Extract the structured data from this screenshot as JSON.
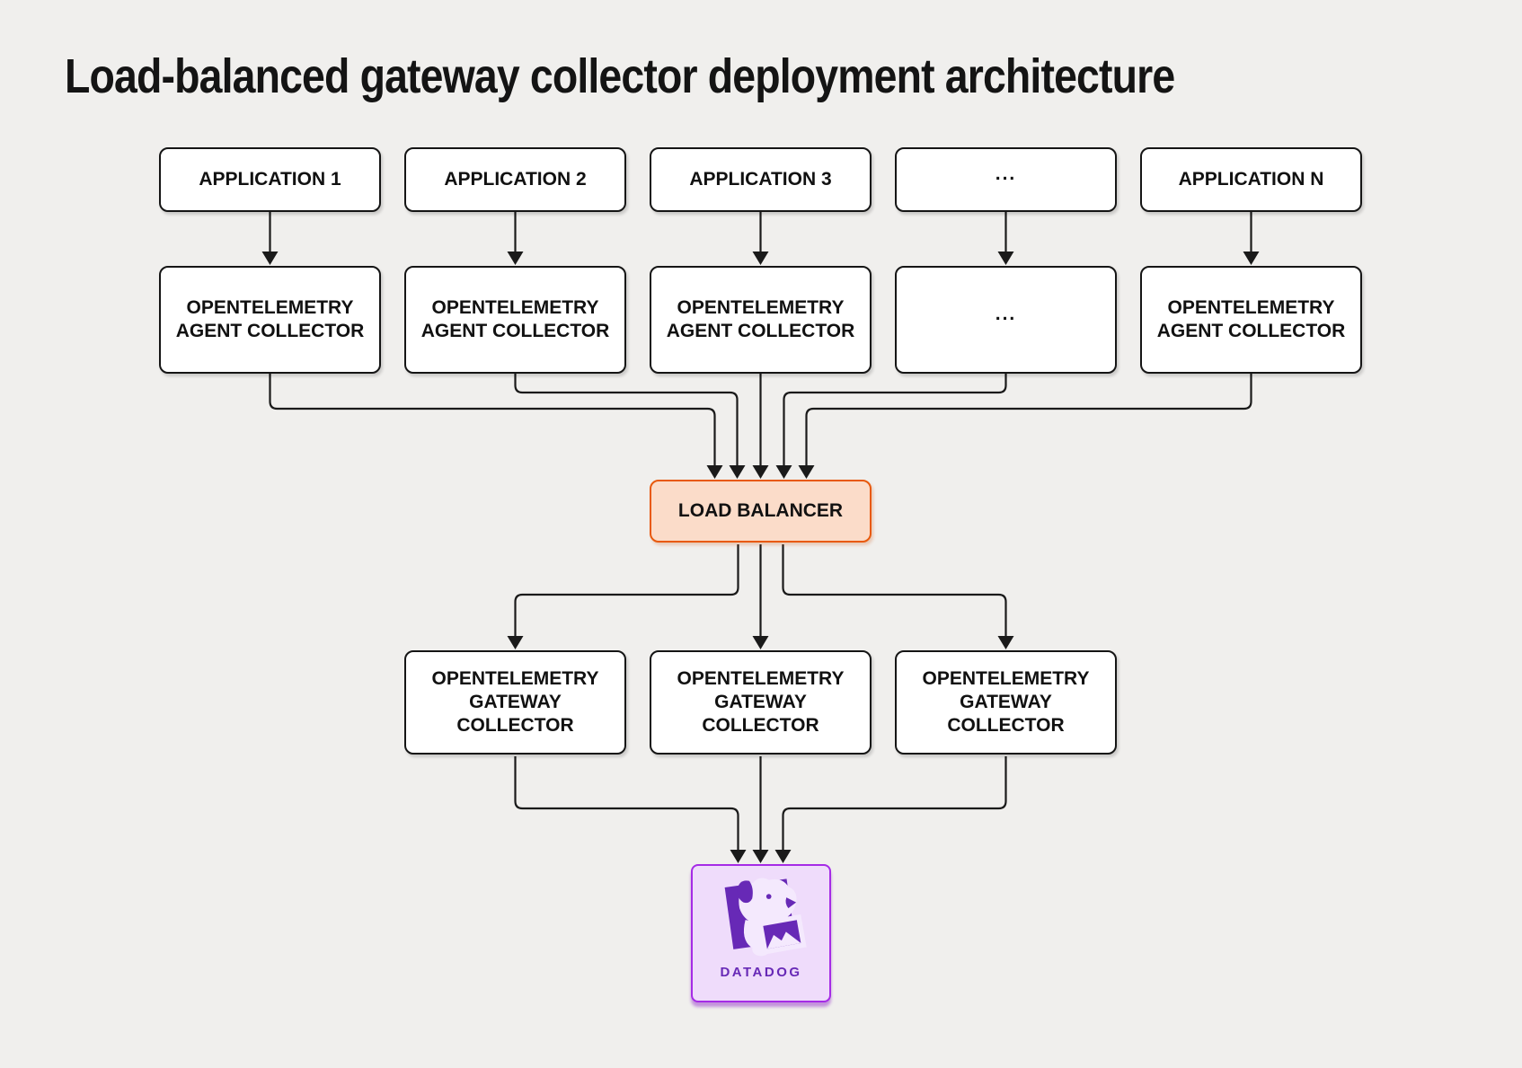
{
  "title": "Load-balanced gateway collector deployment architecture",
  "colors": {
    "background": "#F0EFED",
    "line": "#1A1A1A",
    "box_fill": "#FFFFFF",
    "box_border": "#151515",
    "lb_fill": "#FBDCC9",
    "lb_border": "#E8590C",
    "datadog_fill": "#EFDCFB",
    "datadog_border": "#A52BE6",
    "logo": "#6729B6"
  },
  "layers": {
    "applications": {
      "items": [
        {
          "label": "APPLICATION 1"
        },
        {
          "label": "APPLICATION 2"
        },
        {
          "label": "APPLICATION 3"
        },
        {
          "label": "..."
        },
        {
          "label": "APPLICATION N"
        }
      ]
    },
    "agent_collectors": {
      "items": [
        {
          "label": "OPENTELEMETRY AGENT COLLECTOR"
        },
        {
          "label": "OPENTELEMETRY AGENT COLLECTOR"
        },
        {
          "label": "OPENTELEMETRY AGENT COLLECTOR"
        },
        {
          "label": "..."
        },
        {
          "label": "OPENTELEMETRY AGENT COLLECTOR"
        }
      ]
    },
    "load_balancer": {
      "label": "LOAD BALANCER"
    },
    "gateway_collectors": {
      "items": [
        {
          "label": "OPENTELEMETRY GATEWAY COLLECTOR"
        },
        {
          "label": "OPENTELEMETRY GATEWAY COLLECTOR"
        },
        {
          "label": "OPENTELEMETRY GATEWAY COLLECTOR"
        }
      ]
    },
    "destination": {
      "label": "DATADOG",
      "icon": "datadog-dog-icon"
    }
  }
}
